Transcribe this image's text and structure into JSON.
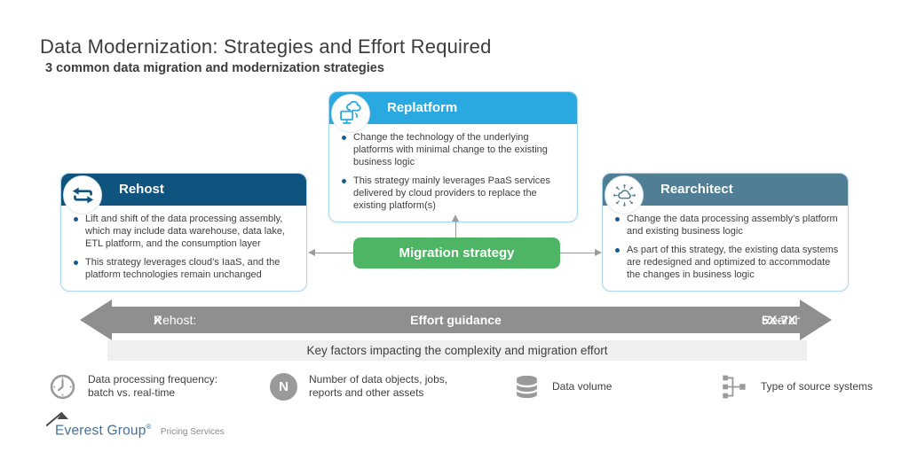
{
  "header": {
    "title": "Data Modernization: Strategies and Effort Required",
    "subtitle": "3 common data migration and modernization strategies"
  },
  "strategies": {
    "rehost": {
      "title": "Rehost",
      "icon": "swap-arrows-icon",
      "bullets": [
        "Lift and shift of the data processing assembly, which may include data warehouse, data lake, ETL platform, and the consumption layer",
        "This strategy leverages cloud’s IaaS, and the platform technologies remain unchanged"
      ]
    },
    "replatform": {
      "title": "Replatform",
      "icon": "cloud-monitor-icon",
      "bullets": [
        "Change the technology of the underlying platforms with minimal change to the existing business logic",
        "This strategy mainly leverages PaaS services delivered by cloud providers to replace the existing platform(s)"
      ]
    },
    "rearchitect": {
      "title": "Rearchitect",
      "icon": "cloud-network-icon",
      "bullets": [
        "Change the data processing assembly’s platform and existing business logic",
        "As part of this strategy, the existing data systems are redesigned and optimized to accommodate the changes in business logic"
      ]
    }
  },
  "migration_strategy": {
    "label": "Migration strategy"
  },
  "effort_arrow": {
    "left_label": "Rehost: ",
    "left_value": "X",
    "center_label": "Effort guidance",
    "right_label": "Rearchitect: ",
    "right_value": "5X-7X"
  },
  "key_factors_bar": "Key factors impacting the complexity and migration effort",
  "factors": [
    {
      "icon": "clock-icon",
      "line1": "Data processing frequency:",
      "line2": "batch vs. real-time"
    },
    {
      "icon": "count-badge-icon",
      "badge": "N",
      "line1": "Number of data objects, jobs,",
      "line2": "reports and other assets"
    },
    {
      "icon": "database-icon",
      "line1": "Data volume",
      "line2": ""
    },
    {
      "icon": "source-systems-icon",
      "line1": "Type of source systems",
      "line2": ""
    }
  ],
  "footer": {
    "brand": "Everest Group",
    "registered": "®",
    "tagline": "Pricing Services"
  },
  "colors": {
    "rehost_header": "#0F537F",
    "replatform_header": "#29A9E0",
    "rearchitect_header": "#4F7E95",
    "box_border": "#A9D6F0",
    "bullet_dot": "#1A5B8E",
    "migration_green": "#4DB563",
    "arrow_gray": "#8F8F8F",
    "factors_bar_bg": "#EFEFEF",
    "icon_gray": "#9A9A9A",
    "brand_blue": "#44719B",
    "text_dark": "#3F3F3F"
  }
}
